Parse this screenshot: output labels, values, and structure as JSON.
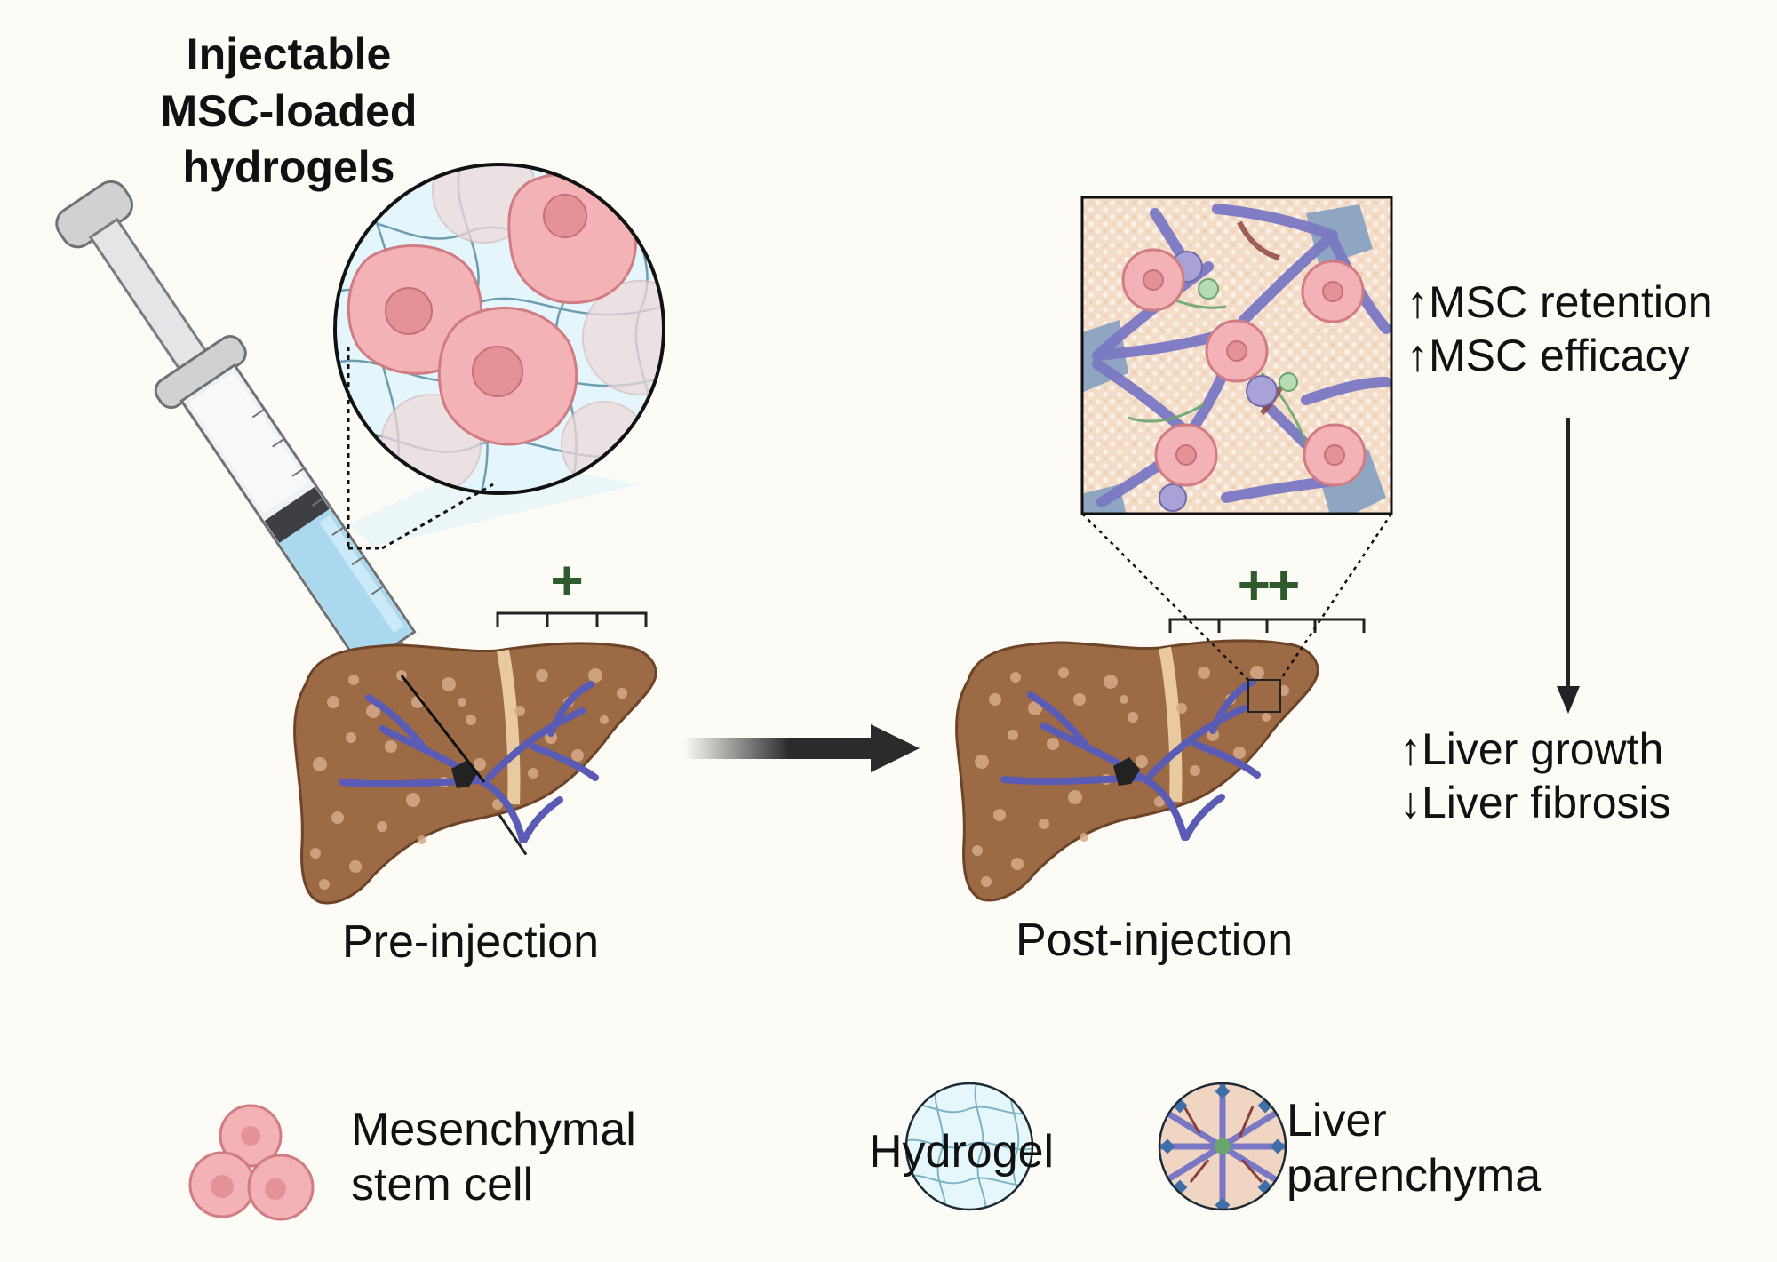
{
  "title_lines": [
    "Injectable",
    "MSC-loaded",
    "hydrogels"
  ],
  "pre_label": "Pre-injection",
  "post_label": "Post-injection",
  "plus_pre": "+",
  "plus_post": "++",
  "effects_top": [
    "↑MSC retention",
    "↑MSC efficacy"
  ],
  "effects_bottom": [
    "↑Liver growth",
    "↓Liver fibrosis"
  ],
  "legend": {
    "msc": [
      "Mesenchymal",
      "stem cell"
    ],
    "hydrogel": [
      "Hydrogel"
    ],
    "parenchyma": [
      "Liver",
      "parenchyma"
    ]
  },
  "colors": {
    "background": "#fdfbf6",
    "liver": "#9c6a45",
    "vessel": "#5a5bb4",
    "cell": "#f2b2b6",
    "hydrogel": "#dff4fb",
    "plus": "#2f5a2b"
  },
  "icons": [
    "syringe-icon",
    "liver-icon",
    "mesenchymal-stem-cell-icon",
    "hydrogel-icon",
    "liver-parenchyma-icon",
    "arrow-right-icon",
    "arrow-down-icon"
  ]
}
